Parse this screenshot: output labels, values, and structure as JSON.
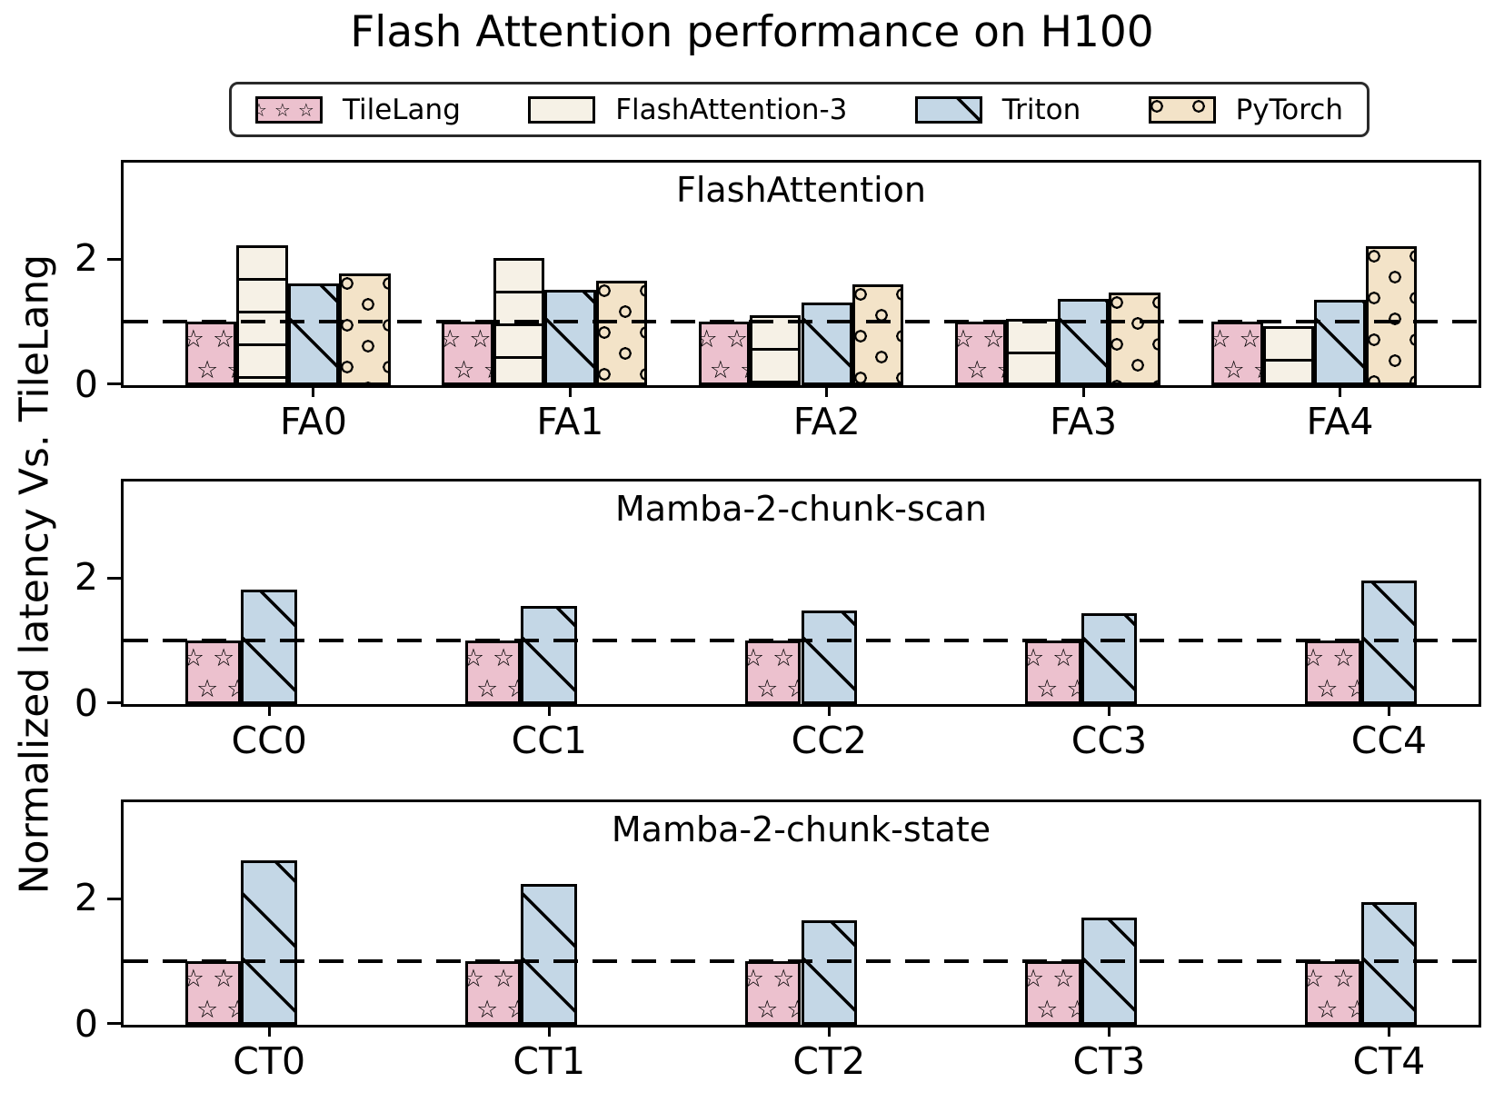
{
  "figure": {
    "title": "Flash Attention performance on H100",
    "ylabel": "Normalized latency Vs. TileLang"
  },
  "legend": {
    "position": "top",
    "entries": [
      {
        "label": "TileLang",
        "color": "#ecc1ce",
        "hatch": "star"
      },
      {
        "label": "FlashAttention-3",
        "color": "#f6f1e6",
        "hatch": "hlines"
      },
      {
        "label": "Triton",
        "color": "#c4d7e6",
        "hatch": "diag"
      },
      {
        "label": "PyTorch",
        "color": "#f3e3c8",
        "hatch": "dots"
      }
    ],
    "edge_color": "#000000"
  },
  "chart_data": [
    {
      "type": "bar",
      "title": "FlashAttention",
      "categories": [
        "FA0",
        "FA1",
        "FA2",
        "FA3",
        "FA4"
      ],
      "series": [
        {
          "name": "TileLang",
          "values": [
            1.0,
            1.0,
            1.0,
            1.0,
            1.0
          ]
        },
        {
          "name": "FlashAttention-3",
          "values": [
            2.2,
            2.0,
            1.1,
            1.04,
            0.93
          ]
        },
        {
          "name": "Triton",
          "values": [
            1.6,
            1.5,
            1.3,
            1.36,
            1.34
          ]
        },
        {
          "name": "PyTorch",
          "values": [
            1.76,
            1.65,
            1.58,
            1.46,
            2.18
          ]
        }
      ],
      "yticks": [
        0,
        2
      ],
      "ylim": [
        0,
        3.5
      ],
      "baseline": 1.0,
      "grid": false
    },
    {
      "type": "bar",
      "title": "Mamba-2-chunk-scan",
      "categories": [
        "CC0",
        "CC1",
        "CC2",
        "CC3",
        "CC4"
      ],
      "series": [
        {
          "name": "TileLang",
          "values": [
            1.0,
            1.0,
            1.0,
            1.0,
            1.0
          ]
        },
        {
          "name": "Triton",
          "values": [
            1.8,
            1.55,
            1.47,
            1.43,
            1.94
          ]
        }
      ],
      "yticks": [
        0,
        2
      ],
      "ylim": [
        0,
        3.5
      ],
      "baseline": 1.0,
      "grid": false
    },
    {
      "type": "bar",
      "title": "Mamba-2-chunk-state",
      "categories": [
        "CT0",
        "CT1",
        "CT2",
        "CT3",
        "CT4"
      ],
      "series": [
        {
          "name": "TileLang",
          "values": [
            1.0,
            1.0,
            1.0,
            1.0,
            1.0
          ]
        },
        {
          "name": "Triton",
          "values": [
            2.58,
            2.22,
            1.65,
            1.69,
            1.93
          ]
        }
      ],
      "yticks": [
        0,
        2
      ],
      "ylim": [
        0,
        3.5
      ],
      "baseline": 1.0,
      "grid": false
    }
  ]
}
